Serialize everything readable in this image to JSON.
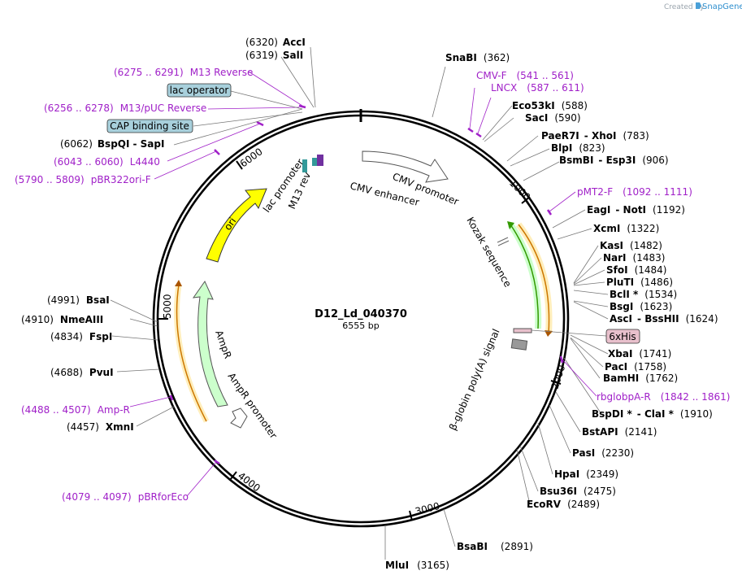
{
  "map": {
    "name": "D12_Ld_040370",
    "length": "6555 bp",
    "credit": "Created by",
    "brand": "SnapGene",
    "ticks": [
      "1000",
      "2000",
      "3000",
      "4000",
      "5000",
      "6000"
    ]
  },
  "sites": [
    {
      "name": "AccI",
      "pos": "(6320)"
    },
    {
      "name": "SalI",
      "pos": "(6319)"
    },
    {
      "name": "BspQI",
      "name2": "SapI",
      "pos": "(6062)"
    },
    {
      "name": "SnaBI",
      "pos": "(362)"
    },
    {
      "name": "Eco53kI",
      "pos": "(588)"
    },
    {
      "name": "SacI",
      "pos": "(590)"
    },
    {
      "name": "PaeR7I",
      "name2": "XhoI",
      "pos": "(783)"
    },
    {
      "name": "BlpI",
      "pos": "(823)"
    },
    {
      "name": "BsmBI",
      "name2": "Esp3I",
      "pos": "(906)"
    },
    {
      "name": "EagI",
      "name2": "NotI",
      "pos": "(1192)"
    },
    {
      "name": "XcmI",
      "pos": "(1322)"
    },
    {
      "name": "KasI",
      "pos": "(1482)"
    },
    {
      "name": "NarI",
      "pos": "(1483)"
    },
    {
      "name": "SfoI",
      "pos": "(1484)"
    },
    {
      "name": "PluTI",
      "pos": "(1486)"
    },
    {
      "name": "BclI *",
      "pos": "(1534)"
    },
    {
      "name": "BsgI",
      "pos": "(1623)"
    },
    {
      "name": "AscI",
      "name2": "BssHII",
      "pos": "(1624)"
    },
    {
      "name": "XbaI",
      "pos": "(1741)"
    },
    {
      "name": "PacI",
      "pos": "(1758)"
    },
    {
      "name": "BamHI",
      "pos": "(1762)"
    },
    {
      "name": "BspDI *",
      "name2": "ClaI *",
      "pos": "(1910)"
    },
    {
      "name": "BstAPI",
      "pos": "(2141)"
    },
    {
      "name": "PasI",
      "pos": "(2230)"
    },
    {
      "name": "HpaI",
      "pos": "(2349)"
    },
    {
      "name": "Bsu36I",
      "pos": "(2475)"
    },
    {
      "name": "EcoRV",
      "pos": "(2489)"
    },
    {
      "name": "BsaBI",
      "pos": "(2891)"
    },
    {
      "name": "MluI",
      "pos": "(3165)"
    },
    {
      "name": "XmnI",
      "pos": "(4457)"
    },
    {
      "name": "PvuI",
      "pos": "(4688)"
    },
    {
      "name": "FspI",
      "pos": "(4834)"
    },
    {
      "name": "NmeAIII",
      "pos": "(4910)"
    },
    {
      "name": "BsaI",
      "pos": "(4991)"
    }
  ],
  "primers": [
    {
      "name": "M13 Reverse",
      "pos": "(6275 .. 6291)"
    },
    {
      "name": "M13/pUC Reverse",
      "pos": "(6256 .. 6278)"
    },
    {
      "name": "L4440",
      "pos": "(6043 .. 6060)"
    },
    {
      "name": "pBR322ori-F",
      "pos": "(5790 .. 5809)"
    },
    {
      "name": "CMV-F",
      "pos": "(541 .. 561)"
    },
    {
      "name": "LNCX",
      "pos": "(587 .. 611)"
    },
    {
      "name": "pMT2-F",
      "pos": "(1092 .. 1111)"
    },
    {
      "name": "rbglobpA-R",
      "pos": "(1842 .. 1861)"
    },
    {
      "name": "Amp-R",
      "pos": "(4488 .. 4507)"
    },
    {
      "name": "pBRforEco",
      "pos": "(4079 .. 4097)"
    }
  ],
  "boxes": [
    {
      "label": "lac operator",
      "color": "#a8d0dc"
    },
    {
      "label": "CAP binding site",
      "color": "#a8d0dc"
    },
    {
      "label": "6xHis",
      "color": "#e8c0cc"
    }
  ],
  "features": {
    "cmv_enhancer": "CMV enhancer",
    "cmv_promoter": "CMV promoter",
    "kozak": "Kozak sequence",
    "globin": "β-globin poly(A) signal",
    "ampr": "AmpR",
    "ampr_promoter": "AmpR promoter",
    "ori": "ori",
    "lac_promoter": "lac promoter",
    "m13_rev": "M13 rev"
  },
  "colors": {
    "primer": "#a020c8",
    "ori": "#ffff00",
    "ampr": "#ccffcc",
    "orf": "#ff9900",
    "green": "#339900"
  }
}
